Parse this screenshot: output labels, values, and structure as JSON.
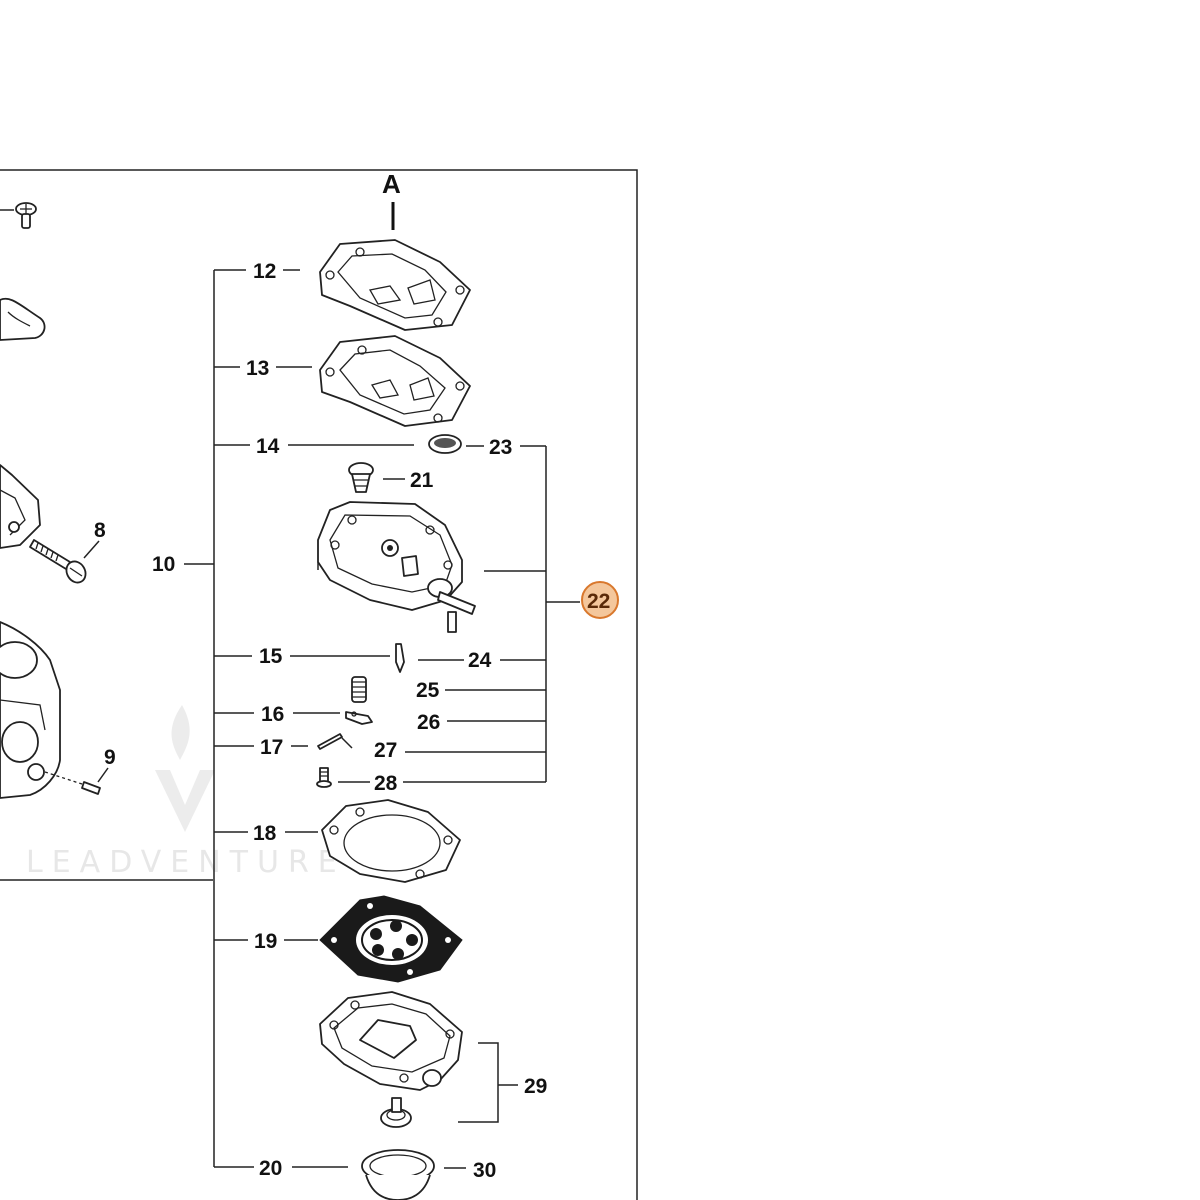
{
  "diagram": {
    "section_label": "A",
    "highlighted_part": "22",
    "highlight_color": "#f4c79c",
    "highlight_border": "#d9782d",
    "watermark": "LEADVENTURE",
    "labels": {
      "p8": "8",
      "p9": "9",
      "p10": "10",
      "p12": "12",
      "p13": "13",
      "p14": "14",
      "p15": "15",
      "p16": "16",
      "p17": "17",
      "p18": "18",
      "p19": "19",
      "p20": "20",
      "p21": "21",
      "p22": "22",
      "p23": "23",
      "p24": "24",
      "p25": "25",
      "p26": "26",
      "p27": "27",
      "p28": "28",
      "p29": "29",
      "p30": "30"
    }
  }
}
